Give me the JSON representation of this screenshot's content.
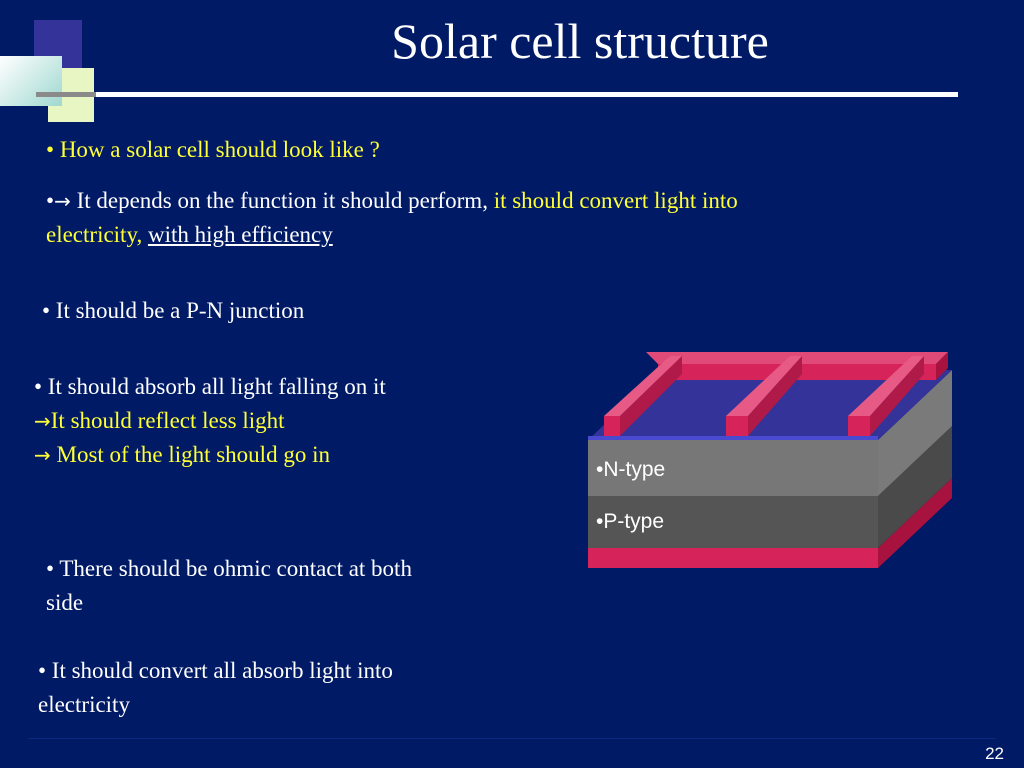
{
  "slide": {
    "title": "Solar cell structure",
    "page_number": "22",
    "colors": {
      "background": "#001a66",
      "highlight": "#ffff33",
      "text": "#ffffff",
      "finger_contact": "#d6245a",
      "n_type": "#777777",
      "p_type": "#555555",
      "top_layer": "#33339a"
    }
  },
  "bullets": {
    "b1": {
      "bullet": "•",
      "text": "How a solar cell should look like ?"
    },
    "b2": {
      "bullet": "•",
      "arrow": "→",
      "part1": "It depends on the function it should perform, ",
      "part2": "it should convert light into",
      "part3": "electricity, ",
      "part4": "with high efficiency"
    },
    "b3": {
      "text": "• It should be a P-N junction"
    },
    "b4": {
      "line1": "• It should absorb all light falling on it",
      "arrow": "→",
      "line2": "It should reflect less light",
      "line3": " Most of the light should go in"
    },
    "b5": {
      "line1": "• There should be ohmic contact at both",
      "line2": "side"
    },
    "b6": {
      "line1": "• It should convert all absorb light into",
      "line2": "electricity"
    }
  },
  "diagram": {
    "n_label": "•N-type",
    "p_label": "•P-type"
  }
}
